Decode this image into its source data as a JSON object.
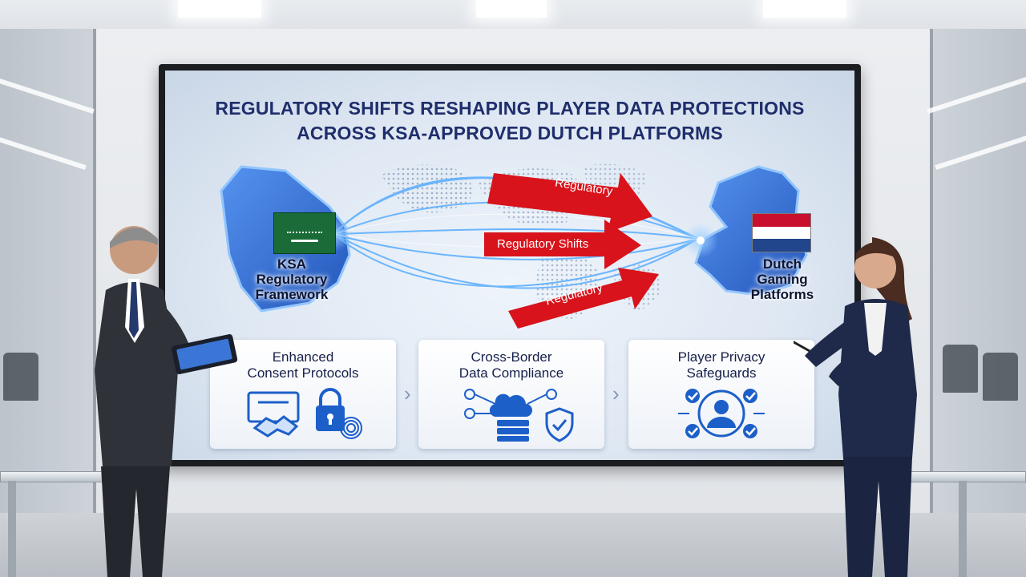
{
  "screen": {
    "title_line1": "REGULATORY SHIFTS RESHAPING PLAYER DATA PROTECTIONS",
    "title_line2": "ACROSS KSA-APPROVED DUTCH PLATFORMS",
    "ksa_label": [
      "KSA",
      "Regulatory",
      "Framework"
    ],
    "dutch_label": [
      "Dutch",
      "Gaming",
      "Platforms"
    ],
    "arrows": [
      "Regulatory",
      "Regulatory Shifts",
      "Regulatory"
    ],
    "cards": [
      {
        "line1": "Enhanced",
        "line2": "Consent Protocols",
        "icons": [
          "handshake-document-icon",
          "padlock-icon",
          "fingerprint-icon"
        ]
      },
      {
        "line1": "Cross-Border",
        "line2": "Data Compliance",
        "icons": [
          "cloud-network-icon",
          "server-icon",
          "shield-check-icon"
        ]
      },
      {
        "line1": "Player Privacy",
        "line2": "Safeguards",
        "icons": [
          "user-circle-icon",
          "checkmark-icon"
        ]
      }
    ]
  },
  "colors": {
    "title": "#1f2e6b",
    "arrow_red": "#d8131b",
    "map_blue": "#2f6fd6",
    "icon_blue": "#1d5fc9",
    "sa_green": "#1a6b37",
    "nl_red": "#c8102e",
    "nl_blue": "#21468b"
  }
}
